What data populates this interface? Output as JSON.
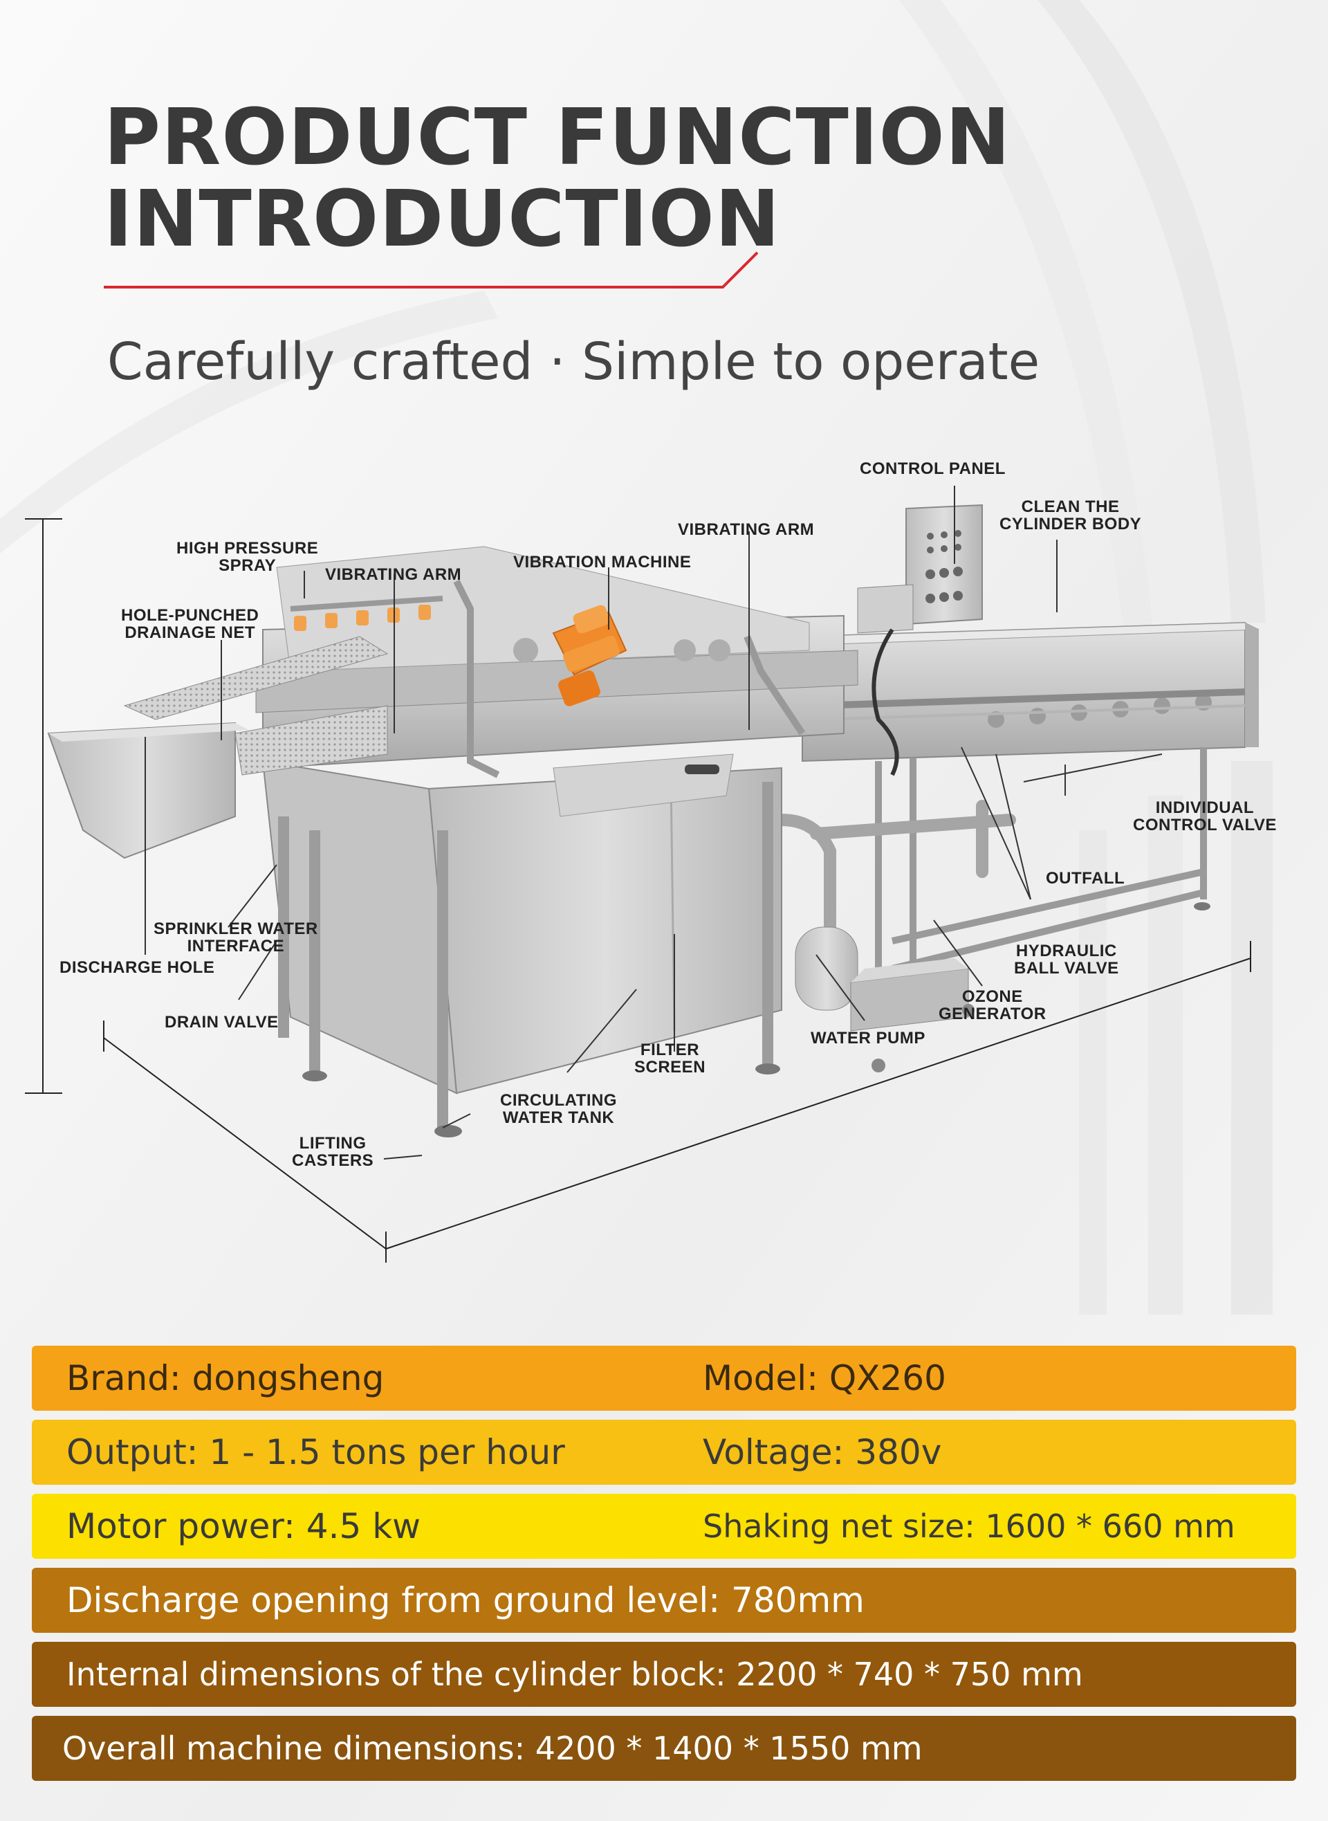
{
  "header": {
    "title_line1": "PRODUCT FUNCTION",
    "title_line2": "INTRODUCTION",
    "subtitle": "Carefully crafted · Simple to operate",
    "accent_color": "#d9282f"
  },
  "labels": {
    "control_panel": "CONTROL PANEL",
    "clean_cylinder_1": "CLEAN THE",
    "clean_cylinder_2": "CYLINDER BODY",
    "vibrating_arm_right": "VIBRATING ARM",
    "vibration_machine": "VIBRATION MACHINE",
    "high_pressure_1": "HIGH PRESSURE",
    "high_pressure_2": "SPRAY",
    "vibrating_arm_left": "VIBRATING ARM",
    "drainage_net_1": "HOLE-PUNCHED",
    "drainage_net_2": "DRAINAGE NET",
    "individual_valve_1": "INDIVIDUAL",
    "individual_valve_2": "CONTROL VALVE",
    "outfall": "OUTFALL",
    "sprinkler_1": "SPRINKLER WATER",
    "sprinkler_2": "INTERFACE",
    "discharge_hole": "DISCHARGE HOLE",
    "hydraulic_1": "HYDRAULIC",
    "hydraulic_2": "BALL VALVE",
    "ozone_1": "OZONE",
    "ozone_2": "GENERATOR",
    "drain_valve": "DRAIN VALVE",
    "water_pump": "WATER PUMP",
    "filter_1": "FILTER",
    "filter_2": "SCREEN",
    "tank_1": "CIRCULATING",
    "tank_2": "WATER TANK",
    "casters_1": "LIFTING",
    "casters_2": "CASTERS"
  },
  "specs": {
    "brand": "Brand: dongsheng",
    "model": "Model: QX260",
    "output": "Output: 1 - 1.5 tons per hour",
    "voltage": "Voltage: 380v",
    "motor": "Motor power: 4.5 kw",
    "net_size": "Shaking net size: 1600 * 660 mm",
    "discharge": "Discharge opening from ground level: 780mm",
    "internal": "Internal dimensions of the cylinder block: 2200 * 740 * 750 mm",
    "overall": "Overall machine dimensions: 4200 * 1400 * 1550 mm"
  },
  "colors": {
    "row1": "#f5a217",
    "row2": "#f7c012",
    "row3": "#fbe000",
    "row4": "#b8740e",
    "row5": "#93580b",
    "row6": "#8a540e",
    "vibrator": "#f08a2a"
  }
}
